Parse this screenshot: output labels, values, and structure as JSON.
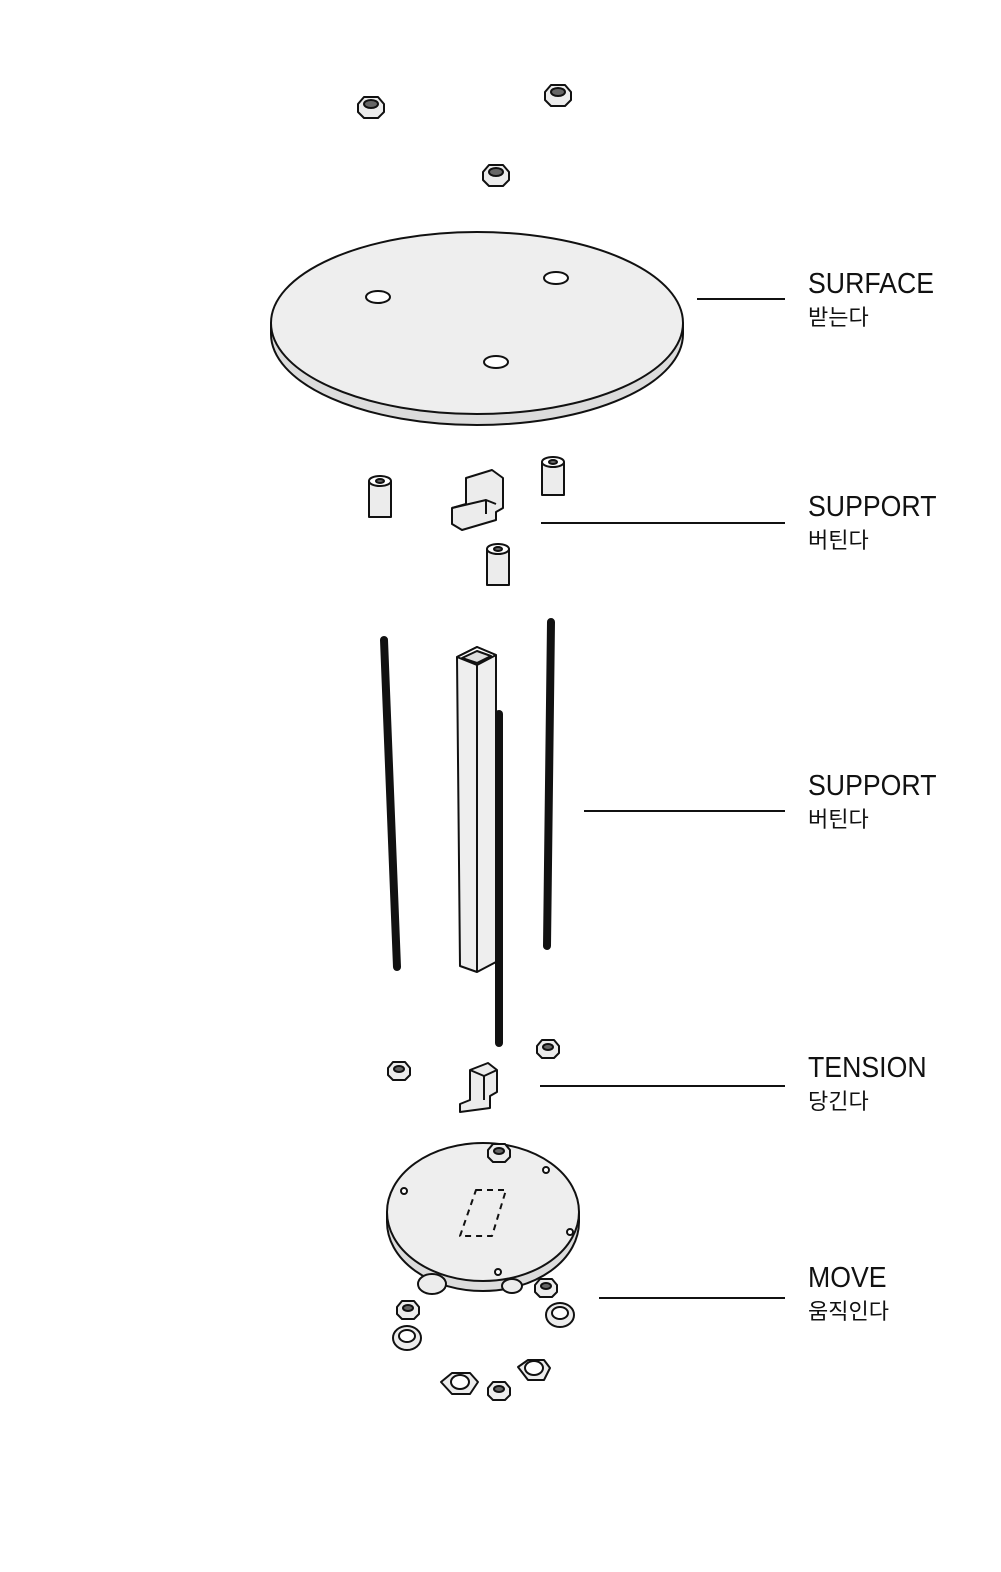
{
  "callouts": [
    {
      "en": "SURFACE",
      "ko": "받는다"
    },
    {
      "en": "SUPPORT",
      "ko": "버틴다"
    },
    {
      "en": "SUPPORT",
      "ko": "버틴다"
    },
    {
      "en": "TENSION",
      "ko": "당긴다"
    },
    {
      "en": "MOVE",
      "ko": "움직인다"
    }
  ],
  "colors": {
    "line": "#111111",
    "part_fill": "#ececec",
    "background": "#ffffff"
  }
}
